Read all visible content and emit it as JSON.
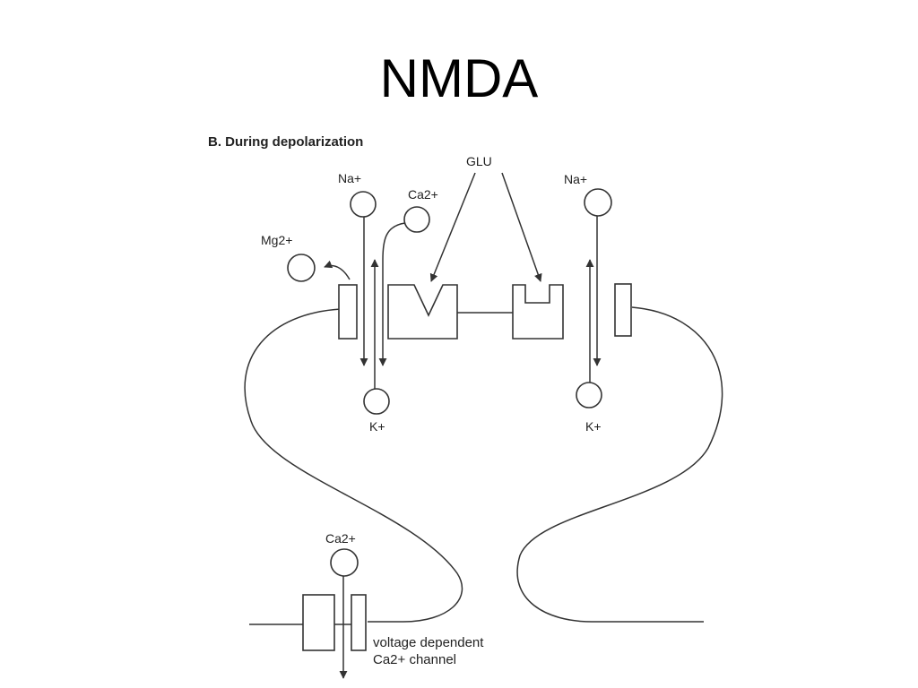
{
  "slide": {
    "title": "NMDA"
  },
  "diagram": {
    "heading": "B. During depolarization",
    "labels": {
      "glu": "GLU",
      "na_left": "Na+",
      "na_right": "Na+",
      "ca_top": "Ca2+",
      "mg": "Mg2+",
      "k_left": "K+",
      "k_right": "K+",
      "ca_bottom": "Ca2+",
      "vdcc_line1": "voltage dependent",
      "vdcc_line2": "Ca2+ channel"
    }
  }
}
